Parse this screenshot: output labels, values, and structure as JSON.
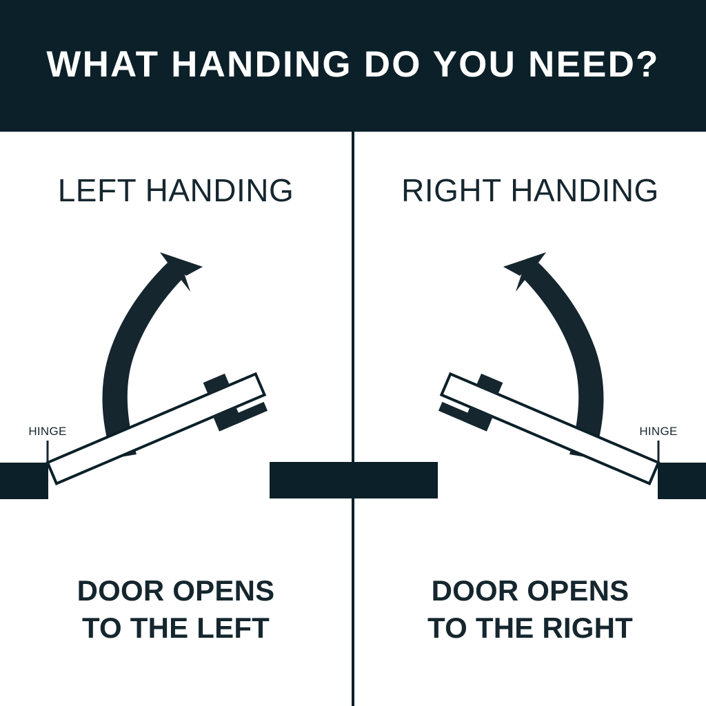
{
  "header": {
    "title": "WHAT HANDING DO YOU NEED?",
    "background_color": "#0b2028",
    "text_color": "#ffffff"
  },
  "theme": {
    "ink": "#15262e",
    "dark": "#0b2028",
    "page_background": "#ffffff"
  },
  "panels": [
    {
      "id": "left",
      "title": "LEFT HANDING",
      "caption_line1": "DOOR OPENS",
      "caption_line2": "TO THE LEFT",
      "hinge_label": "HINGE",
      "hinge_side": "left",
      "arrow_direction": "up-left",
      "swing_direction": "left"
    },
    {
      "id": "right",
      "title": "RIGHT HANDING",
      "caption_line1": "DOOR OPENS",
      "caption_line2": "TO THE RIGHT",
      "hinge_label": "HINGE",
      "hinge_side": "right",
      "arrow_direction": "up-right",
      "swing_direction": "right"
    }
  ],
  "icons": {
    "arrow_left": "curved-arrow-up-left-icon",
    "arrow_right": "curved-arrow-up-right-icon",
    "door_panel": "door-panel-icon",
    "door_handle": "door-handle-icon",
    "wall_block": "wall-block-icon",
    "hinge_tick": "hinge-tick-icon"
  }
}
